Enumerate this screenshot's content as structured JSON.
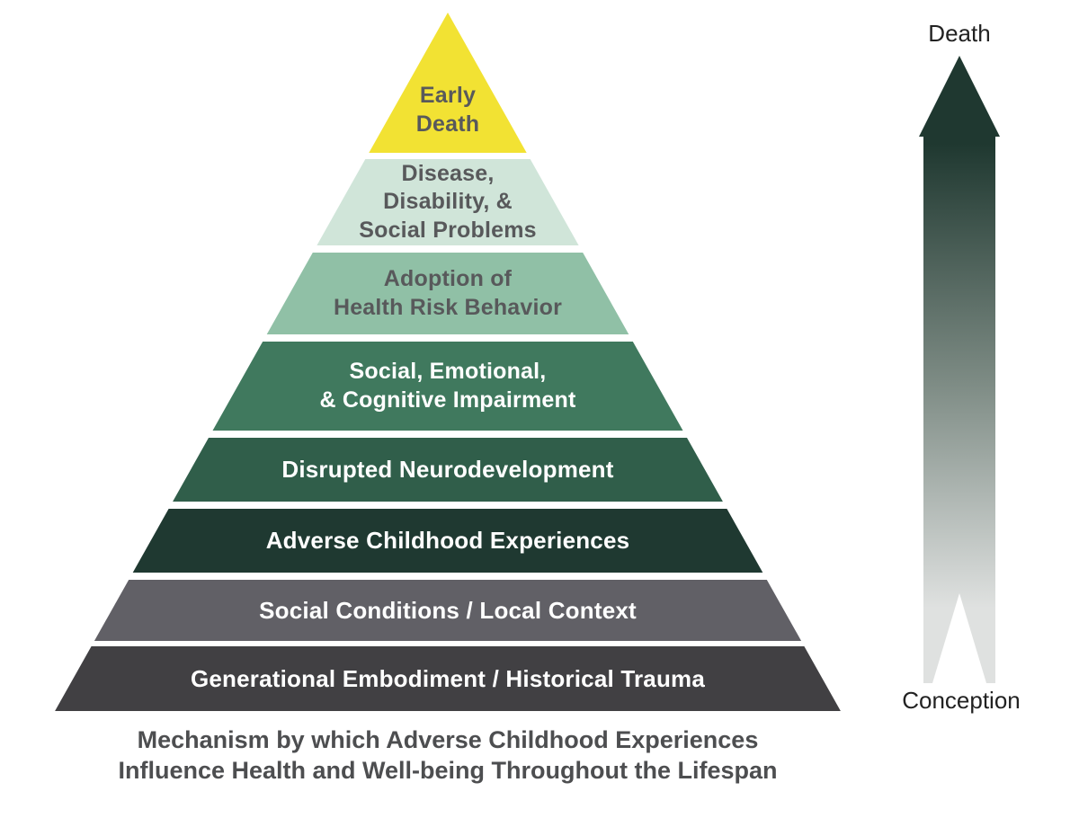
{
  "caption": "Mechanism by which Adverse Childhood Experiences\nInfluence Health and Well-being Throughout the Lifespan",
  "pyramid": {
    "levels": [
      {
        "id": "early-death",
        "label": "Early\nDeath",
        "color": "#F2E233",
        "text_color": "#58595B"
      },
      {
        "id": "disease-disability",
        "label": "Disease,\nDisability, &\nSocial Problems",
        "color": "#D0E5D9",
        "text_color": "#58595B"
      },
      {
        "id": "health-risk-behavior",
        "label": "Adoption of\nHealth Risk Behavior",
        "color": "#90C0A6",
        "text_color": "#58595B"
      },
      {
        "id": "cognitive-impairment",
        "label": "Social, Emotional,\n& Cognitive Impairment",
        "color": "#40795E",
        "text_color": "#FFFFFF"
      },
      {
        "id": "disrupted-neurodevelopment",
        "label": "Disrupted Neurodevelopment",
        "color": "#305E4A",
        "text_color": "#FFFFFF"
      },
      {
        "id": "adverse-childhood-experiences",
        "label": "Adverse Childhood Experiences",
        "color": "#1F3931",
        "text_color": "#FFFFFF"
      },
      {
        "id": "social-conditions",
        "label": "Social Conditions / Local Context",
        "color": "#616066",
        "text_color": "#FFFFFF"
      },
      {
        "id": "generational-embodiment",
        "label": "Generational Embodiment / Historical Trauma",
        "color": "#414043",
        "text_color": "#FFFFFF"
      }
    ]
  },
  "lifespan_axis": {
    "top_label": "Death",
    "bottom_label": "Conception",
    "gradient_top_color": "#1F3830",
    "gradient_mid_color": "#7D8B84",
    "gradient_bottom_color": "#DFE1E0"
  }
}
